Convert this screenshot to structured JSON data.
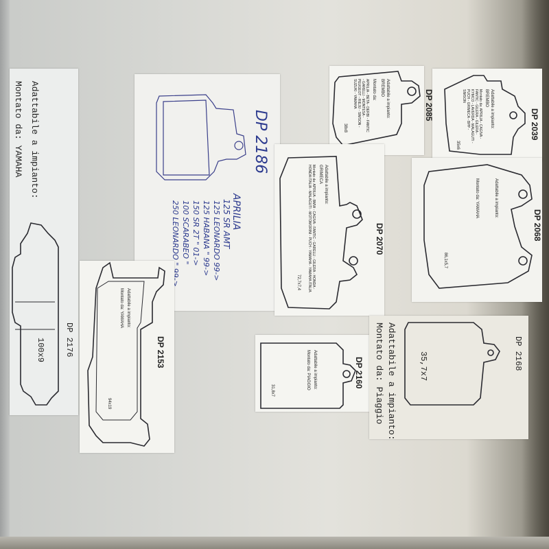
{
  "left_sheet": {
    "adapt_label": "Adattabile a impianto:",
    "mounted_label": "Montato da: YAMAHA",
    "code": "DP 2176",
    "size": "100x9"
  },
  "hand_sheet": {
    "code": "DP 2186",
    "brand": "APRILIA",
    "lines": [
      "125 SR   AMT",
      "125 LEONARDO  99->",
      "125 HABANA  \"  99->",
      "150 SR 2T  \"  01->",
      "100 SCARABEO \"",
      "250 LEONARDO \"  99->"
    ]
  },
  "dp2153": {
    "code": "DP 2153",
    "adapt": "Adattabile a impianto:",
    "mounted": "Montato da: YAMAHA",
    "size": "94x19"
  },
  "dp2085": {
    "code": "DP 2085",
    "adapt": "Adattabile a impianto:",
    "brand": "BREMBO",
    "mounted_title": "Montato da:",
    "mounted_list": "APRILIA - BETA - DERBI - FANTIC - GARELLI - MONTESA - PEUGEOT - RIEJU - SIMSON - SUZUKI - YAMAHA",
    "size": "38x8"
  },
  "dp2039": {
    "code": "DP 2039",
    "adapt": "Adattabile a impianto:",
    "brand": "BREMBO",
    "mounted_list": "Montato da: APRILIA - CAGIVA - FANTIC - GILERA - GILERA - KYMCO - LAVERDA - MALAGUTI - PUCH - GRIMECA - BPP - SIMSON",
    "size": "35x6"
  },
  "dp2070": {
    "code": "DP 2070",
    "adapt": "Adattabile a impianto:",
    "brand": "GRIMECA",
    "mounted_list": "Montato da: APRILIA - BMW - CAGIVA - FANTIC - GARELLI - GILERA - HONDA - HONDA ITALIA - MALAGUTI - MOTOMORINI - PUCH - YAMAHA - YAMAHA ITALIA",
    "size": "72,7x7,4"
  },
  "dp2068": {
    "code": "DP 2068",
    "adapt": "Adattabile a impianto:",
    "mounted": "Montato da: YAMAHA",
    "size": "86,1x5,7"
  },
  "dp2160": {
    "code": "DP 2160",
    "adapt": "Adattabile a impianto:",
    "mounted": "Montato da: PIAGGIO",
    "size": "31,8x7"
  },
  "dp2168": {
    "code": "DP 2168",
    "size": "35,7x7",
    "adapt": "Adattabile a impianto:",
    "mounted": "Montato da: Piaggio"
  }
}
